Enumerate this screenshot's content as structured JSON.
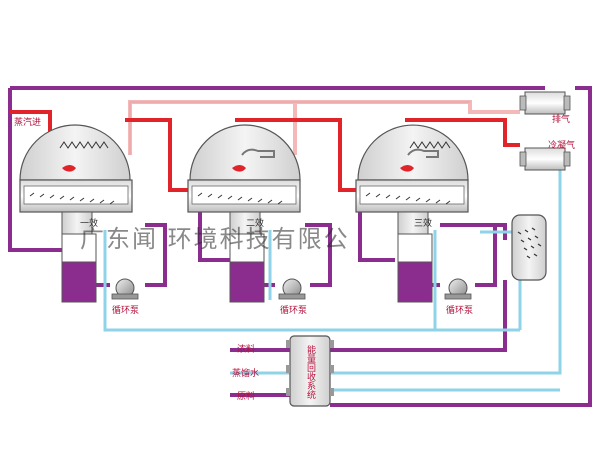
{
  "labels": {
    "steam_in": "蒸汽进",
    "exhaust": "排气",
    "condensate_gas": "冷凝气",
    "stage1": "一效",
    "stage2": "二效",
    "stage3": "三效",
    "pump1": "循环泵",
    "pump2": "循环泵",
    "pump3": "循环泵",
    "concentrate": "浓料",
    "distilled_water": "蒸馏水",
    "raw_material": "原料",
    "energy_recovery": "能量回收系统",
    "watermark": "广东闻 环境科技有限公"
  },
  "colors": {
    "steam": "#e0242a",
    "vapor": "#f4b8b8",
    "liquid": "#8b2d8f",
    "water": "#8fd3e8",
    "vessel_stroke": "#555555",
    "vessel_fill": "#e4e4e4",
    "sump": "#8b2d8f",
    "label": "#b3113b"
  }
}
